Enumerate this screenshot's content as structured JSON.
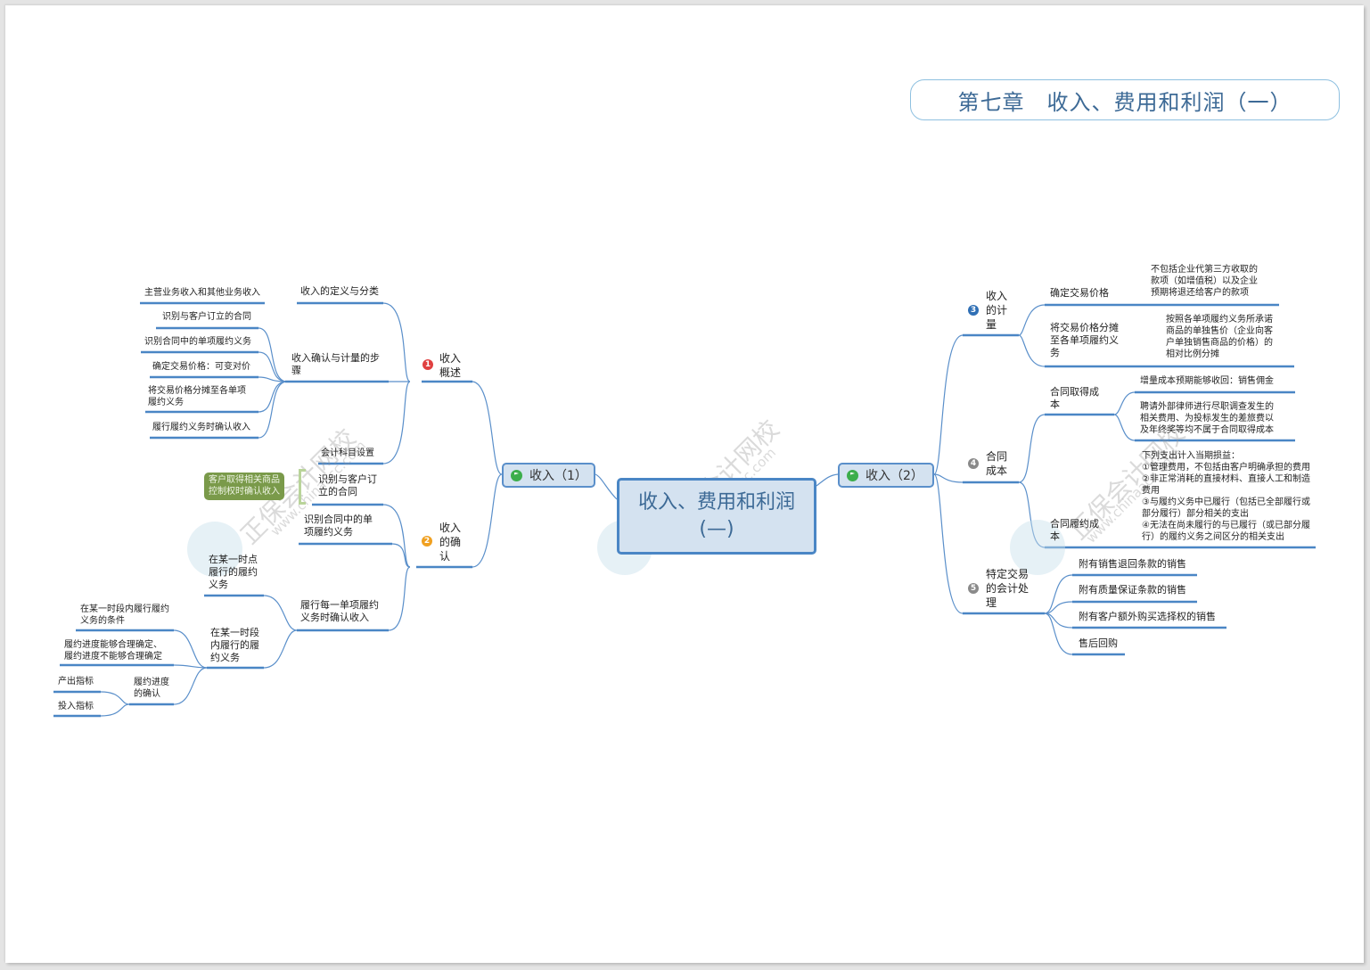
{
  "title": "第七章　收入、费用和利润（一）",
  "root": {
    "line1": "收入、费用和利润",
    "line2": "(—)"
  },
  "left_topic": {
    "label": "收入（1）",
    "icon": "flag-icon"
  },
  "right_topic": {
    "label": "收入（2）",
    "icon": "flag-icon"
  },
  "colors": {
    "root_border": "#4a86c5",
    "root_fill": "#d4e2f0",
    "line": "#4a86c5",
    "callout": "#7a9a4a",
    "badge1": "#e04040",
    "badge2": "#f0a020",
    "badge_grey": "#8a8a8a"
  },
  "left": {
    "branch1": {
      "badge": "1",
      "label": "收入\n概述",
      "children": [
        {
          "label": "收入的定义与分类",
          "children": [
            "主营业务收入和其他业务收入"
          ]
        },
        {
          "label": "收入确认与计量的步\n骤",
          "children": [
            "识别与客户订立的合同",
            "识别合同中的单项履约义务",
            "确定交易价格：可变对价",
            "将交易价格分摊至各单项\n履约义务",
            "履行履约义务时确认收入"
          ]
        },
        {
          "label": "会计科目设置"
        }
      ]
    },
    "branch2": {
      "badge": "2",
      "label": "收入\n的确\n认",
      "callout": "客户取得相关商品\n控制权时确认收入",
      "children": [
        {
          "label": "识别与客户订\n立的合同"
        },
        {
          "label": "识别合同中的单\n项履约义务"
        },
        {
          "label": "履行每一单项履约\n义务时确认收入",
          "children": [
            {
              "label": "在某一时点\n履行的履约\n义务"
            },
            {
              "label": "在某一时段\n内履行的履\n约义务",
              "children": [
                {
                  "label": "在某一时段内履行履约\n义务的条件"
                },
                {
                  "label": "履约进度能够合理确定、\n履约进度不能够合理确定"
                },
                {
                  "label": "履约进度\n的确认",
                  "children": [
                    "产出指标",
                    "投入指标"
                  ]
                }
              ]
            }
          ]
        }
      ]
    }
  },
  "right": {
    "branch3": {
      "badge": "3",
      "label": "收入\n的计\n量",
      "children": [
        {
          "label": "确定交易价格",
          "note": "不包括企业代第三方收取的\n款项（如增值税）以及企业\n预期将退还给客户的款项"
        },
        {
          "label": "将交易价格分摊\n至各单项履约义\n务",
          "note": "按照各单项履约义务所承诺\n商品的单独售价（企业向客\n户单独销售商品的价格）的\n相对比例分摊"
        }
      ]
    },
    "branch4": {
      "badge": "4",
      "label": "合同\n成本",
      "children": [
        {
          "label": "合同取得成\n本",
          "notes": [
            "增量成本预期能够收回：销售佣金",
            "聘请外部律师进行尽职调查发生的\n相关费用、为投标发生的差旅费以\n及年终奖等均不属于合同取得成本"
          ]
        },
        {
          "label": "合同履约成\n本",
          "note": "下列支出计入当期损益：\n①管理费用，不包括由客户明确承担的费用\n②非正常消耗的直接材料、直接人工和制造\n费用\n③与履约义务中已履行（包括已全部履行或\n部分履行）部分相关的支出\n④无法在尚未履行的与已履行（或已部分履\n行）的履约义务之间区分的相关支出"
        }
      ]
    },
    "branch5": {
      "badge": "5",
      "label": "特定交易\n的会计处\n理",
      "children": [
        "附有销售退回条款的销售",
        "附有质量保证条款的销售",
        "附有客户额外购买选择权的销售",
        "售后回购"
      ]
    }
  },
  "watermark": {
    "text": "正保会计网校",
    "url": "www.chinaacc.com"
  }
}
